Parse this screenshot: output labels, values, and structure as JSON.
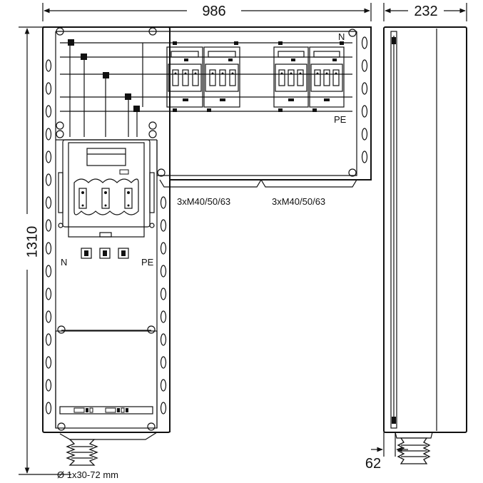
{
  "dimensions": {
    "width_main": "986",
    "depth": "232",
    "height": "1310",
    "gland_offset": "62"
  },
  "labels": {
    "gland_left": "3xM40/50/63",
    "gland_right": "3xM40/50/63",
    "cable_diameter": "Ø 1x30-72 mm",
    "neutral_top": "N",
    "pe_top": "PE",
    "neutral_bottom": "N",
    "pe_bottom": "PE"
  },
  "icons": {
    "fuse_switch": "fuse-switch-disconnector-icon",
    "fuse_base": "fuse-base-icon",
    "cable_gland": "cable-gland-icon",
    "terminal_rail": "terminal-rail-icon"
  }
}
